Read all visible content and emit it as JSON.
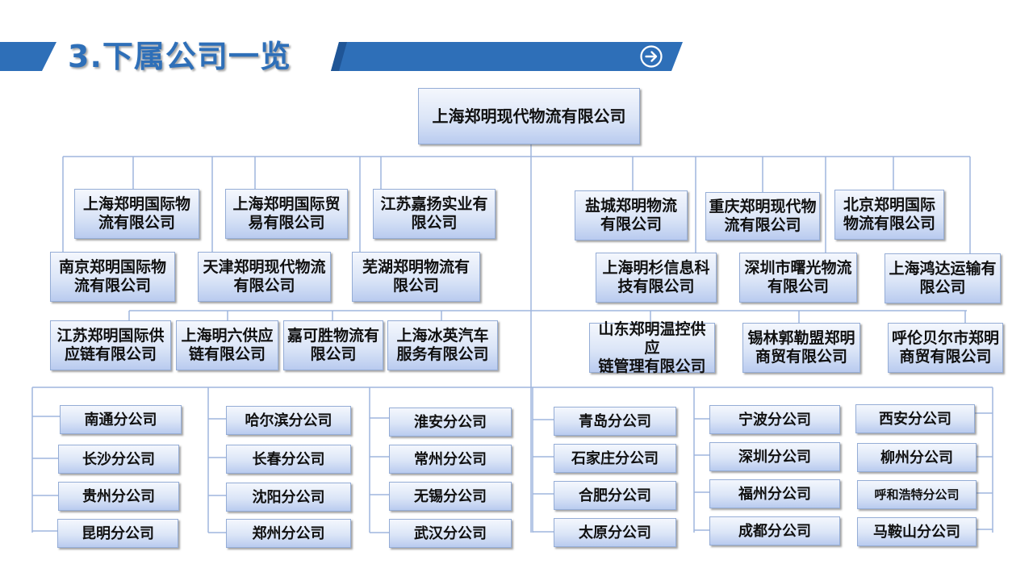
{
  "header": {
    "title": "3.下属公司一览",
    "accent_color": "#2e6fb8",
    "next_icon": "arrow-right-circle-icon"
  },
  "org": {
    "root": "上海郑明现代物流有限公司",
    "row1": [
      "上海郑明国际物\n流有限公司",
      "上海郑明国际贸\n易有限公司",
      "江苏嘉扬实业有\n限公司",
      "盐城郑明物流\n有限公司",
      "重庆郑明现代物\n流有限公司",
      "北京郑明国际\n物流有限公司"
    ],
    "row2": [
      "南京郑明国际物\n流有限公司",
      "天津郑明现代物流\n有限公司",
      "芜湖郑明物流有\n限公司",
      "上海明杉信息科\n技有限公司",
      "深圳市曙光物流\n有限公司",
      "上海鸿达运输有\n限公司"
    ],
    "row3": [
      "江苏郑明国际供\n应链有限公司",
      "上海明六供应\n链有限公司",
      "嘉可胜物流有\n限公司",
      "上海冰英汽车\n服务有限公司",
      "山东郑明温控供应\n链管理有限公司",
      "锡林郭勒盟郑明\n商贸有限公司",
      "呼伦贝尔市郑明\n商贸有限公司"
    ],
    "branches": [
      [
        "南通分公司",
        "长沙分公司",
        "贵州分公司",
        "昆明分公司"
      ],
      [
        "哈尔滨分公司",
        "长春分公司",
        "沈阳分公司",
        "郑州分公司"
      ],
      [
        "淮安分公司",
        "常州分公司",
        "无锡分公司",
        "武汉分公司"
      ],
      [
        "青岛分公司",
        "石家庄分公司",
        "合肥分公司",
        "太原分公司"
      ],
      [
        "宁波分公司",
        "深圳分公司",
        "福州分公司",
        "成都分公司"
      ],
      [
        "西安分公司",
        "柳州分公司",
        "呼和浩特分公司",
        "马鞍山分公司"
      ]
    ]
  }
}
